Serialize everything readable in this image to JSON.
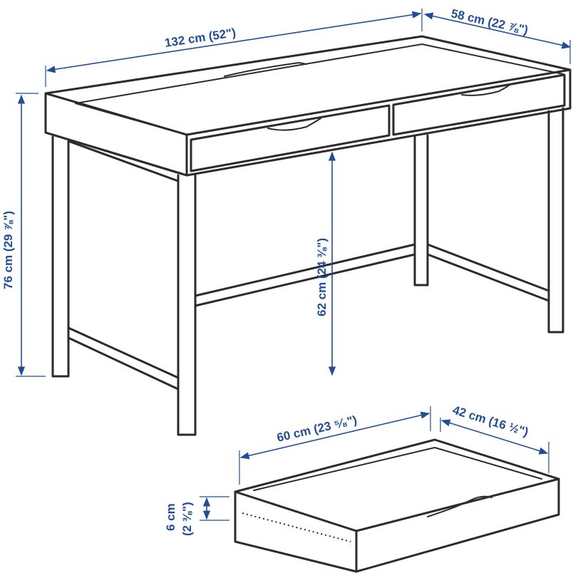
{
  "colors": {
    "dimension": "#1f4e96",
    "outline": "#2b2b2b",
    "background": "#ffffff"
  },
  "dimensions": {
    "width": "132 cm (52\")",
    "depth": "58 cm (22 ⅞\")",
    "height": "76 cm (29 ⅞\")",
    "clearance": "62 cm (24 ⅜\")",
    "drawer_width": "60 cm (23 ⁵⁄₈\")",
    "drawer_depth": "42 cm (16 ½\")",
    "drawer_height_cm": "6 cm",
    "drawer_height_in": "(2 ⅜\")"
  }
}
